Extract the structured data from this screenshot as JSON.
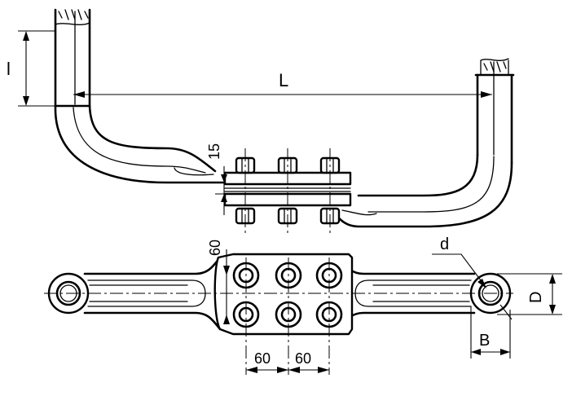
{
  "labels": {
    "l": "l",
    "L": "L",
    "h15": "15",
    "v60": "60",
    "h60a": "60",
    "h60b": "60",
    "d": "d",
    "D": "D",
    "B": "B"
  }
}
